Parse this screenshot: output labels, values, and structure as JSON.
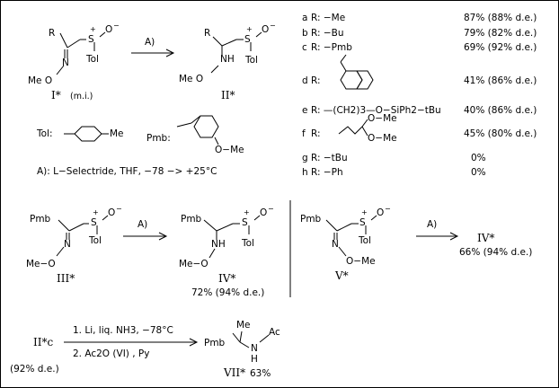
{
  "reaction_1": {
    "sm_R": "R",
    "sm_N": "N",
    "sm_MeO": "Me O",
    "sm_S": "S",
    "sm_plus": "+",
    "sm_O": "O",
    "sm_minus": "−",
    "sm_Tol": "Tol",
    "sm_label": "I*",
    "sm_label_suffix": "(m.i.)",
    "arrow_label": "A)",
    "pr_R": "R",
    "pr_NH": "NH",
    "pr_MeO": "Me O",
    "pr_S": "S",
    "pr_plus": "+",
    "pr_O": "O",
    "pr_minus": "−",
    "pr_Tol": "Tol",
    "pr_label": "II*"
  },
  "definitions": {
    "tol_label": "Tol:",
    "tol_me": "Me",
    "pmb_label": "Pmb:",
    "pmb_ome": "O−Me",
    "conditions": "A): L−Selectride, THF, −78 −> +25°C"
  },
  "results_table": [
    {
      "key": "a",
      "r": "R:  −Me",
      "yield": "87% (88% d.e.)"
    },
    {
      "key": "b",
      "r": "R:  −Bu",
      "yield": "79% (82% d.e.)"
    },
    {
      "key": "c",
      "r": "R:  −Pmb",
      "yield": "69% (92% d.e.)"
    },
    {
      "key": "d",
      "r": "R:",
      "yield": "41% (86% d.e.)"
    },
    {
      "key": "e",
      "r": "R:  —(CH2)3—O−SiPh2−tBu",
      "yield": "40% (86% d.e.)"
    },
    {
      "key": "f",
      "r": "R:",
      "yield": "45% (80% d.e.)"
    },
    {
      "key": "g",
      "r": "R:  −tBu",
      "yield": "0%"
    },
    {
      "key": "h",
      "r": "R:  −Ph",
      "yield": "0%"
    }
  ],
  "f_substituent": {
    "ome_top": "O−Me",
    "ome_bottom": "O−Me"
  },
  "reaction_2": {
    "sm_Pmb": "Pmb",
    "sm_N": "N",
    "sm_MeO": "Me−O",
    "sm_S": "S",
    "sm_Tol": "Tol",
    "sm_label": "III*",
    "arrow_label": "A)",
    "pr_Pmb": "Pmb",
    "pr_NH": "NH",
    "pr_MeO": "Me−O",
    "pr_S": "S",
    "pr_Tol": "Tol",
    "pr_label": "IV*",
    "pr_yield": "72% (94% d.e.)"
  },
  "reaction_3": {
    "sm_Pmb": "Pmb",
    "sm_N": "N",
    "sm_OMe": "O−Me",
    "sm_S": "S",
    "sm_Tol": "Tol",
    "sm_label": "V*",
    "arrow_label": "A)",
    "pr_label": "IV*",
    "pr_yield": "66% (94% d.e.)"
  },
  "reaction_4": {
    "sm_label": "II*c",
    "sm_de": "(92% d.e.)",
    "cond_1": "1. Li,  liq. NH3,  −78°C",
    "cond_2": "2. Ac2O  (VI) , Py",
    "pr_Me": "Me",
    "pr_Pmb": "Pmb",
    "pr_N": "N",
    "pr_H": "H",
    "pr_Ac": "Ac",
    "pr_label": "VII*",
    "pr_yield": "63%"
  }
}
